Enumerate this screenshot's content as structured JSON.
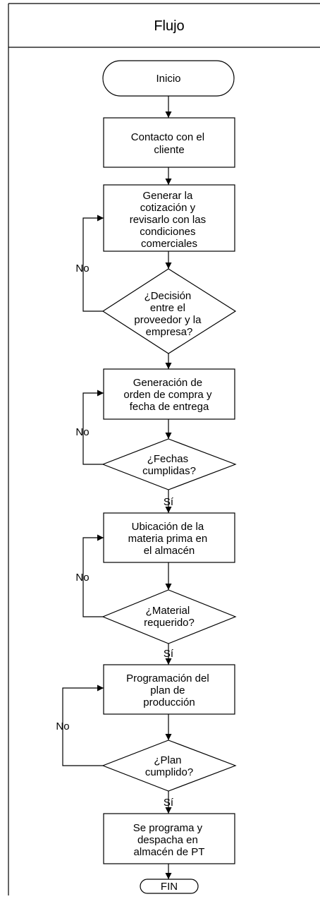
{
  "header": {
    "title": "Flujo"
  },
  "nodes": {
    "inicio": "Inicio",
    "contacto": [
      "Contacto con el",
      "cliente"
    ],
    "generar": [
      "Generar la",
      "cotización y",
      "revisarlo con las",
      "condiciones",
      "comerciales"
    ],
    "decision1": [
      "¿Decisión",
      "entre el",
      "proveedor y la",
      "empresa?"
    ],
    "generacion": [
      "Generación de",
      "orden de compra y",
      "fecha de entrega"
    ],
    "decision2": [
      "¿Fechas",
      "cumplidas?"
    ],
    "ubicacion": [
      "Ubicación de la",
      "materia prima en",
      "el almacén"
    ],
    "decision3": [
      "¿Material",
      "requerido?"
    ],
    "programacion": [
      "Programación del",
      "plan de",
      "producción"
    ],
    "decision4": [
      "¿Plan",
      "cumplido?"
    ],
    "despacho": [
      "Se programa y",
      "despacha en",
      "almacén de PT"
    ],
    "fin": "FIN"
  },
  "edges": {
    "no1": "No",
    "no2": "No",
    "si2": "Sí",
    "no3": "No",
    "si3": "Sí",
    "no4": "No",
    "si4": "Sí"
  }
}
